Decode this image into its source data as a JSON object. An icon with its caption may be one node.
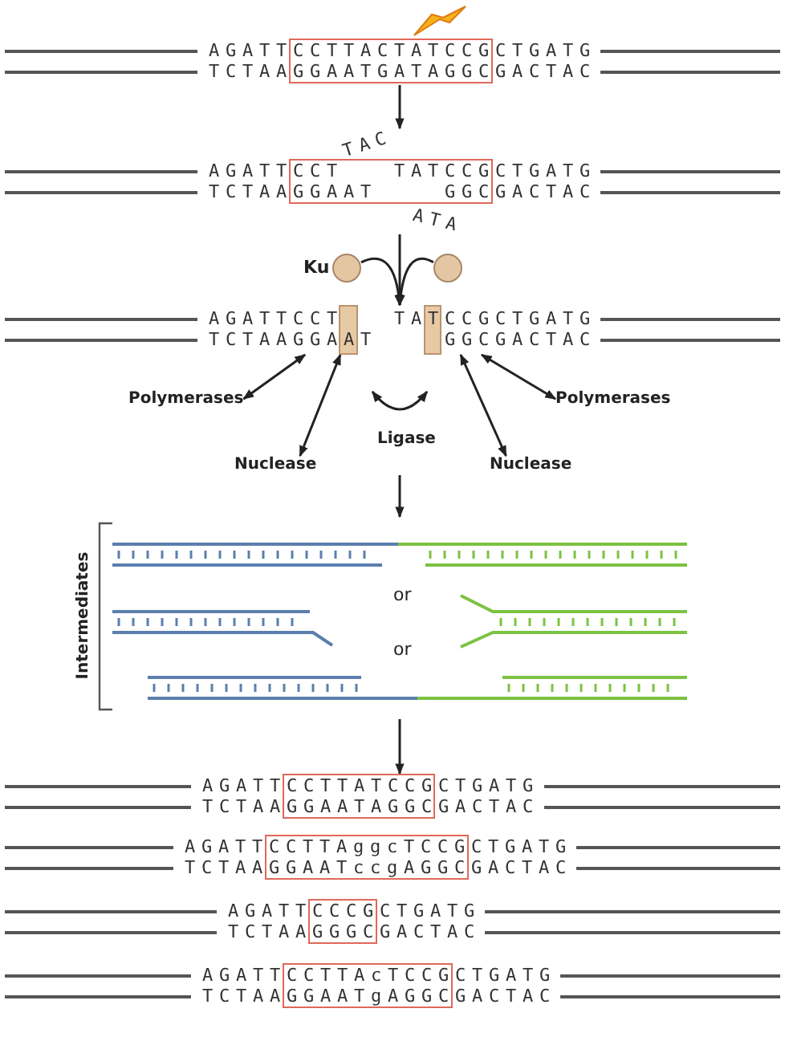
{
  "diagram": {
    "nodes": [
      {
        "text": [
          "AGATTCCTTACTATCCGCTGATG",
          "TCTAAGGAATGATAGGCGACTAC"
        ]
      },
      {
        "text": [
          "AGATTCCT",
          "TATCCGCTGATG",
          "TCTAAGGAAT",
          "GGCGACTAC"
        ],
        "beside": [
          "TAC",
          "ATA"
        ]
      },
      {
        "text": [],
        "shape": "circle",
        "beside": [
          "Ku"
        ]
      },
      {
        "text": [],
        "shape": "circle"
      },
      {
        "text": [
          "AGATTCCT",
          "TATCCGCTGATG",
          "TCTAAGGAAT",
          "GGCGACTAC"
        ]
      },
      {
        "text": [
          "Polymerases"
        ]
      },
      {
        "text": [
          "Polymerases"
        ]
      },
      {
        "text": [
          "Nuclease"
        ]
      },
      {
        "text": [
          "Nuclease"
        ]
      },
      {
        "text": [
          "Intermediates",
          "or",
          "or"
        ]
      },
      {
        "text": [
          "AGATTCCTTATCCGCTGATG",
          "TCTAAGGAATAGGCGACTAC"
        ]
      },
      {
        "text": [
          "AGATTCCTTAggcTCCGCTGATG",
          "TCTAAGGAATccgAGGCGACTAC"
        ]
      },
      {
        "text": [
          "AGATTCCCGCTGATG",
          "TCTAAGGGCGACTAC"
        ]
      },
      {
        "text": [
          "AGATTCCTTAcTCCGCTGATG",
          "TCTAAGGAATgAGGCGACTAC"
        ]
      }
    ],
    "edges": [
      {
        "from": 0,
        "to": 1,
        "arrow": "to"
      },
      {
        "from": 1,
        "to": 4,
        "arrow": "to"
      },
      {
        "from": 2,
        "to": 4,
        "arrow": "to"
      },
      {
        "from": 3,
        "to": 4,
        "arrow": "to"
      },
      {
        "from": 5,
        "to": 4,
        "arrow": "both"
      },
      {
        "from": 6,
        "to": 4,
        "arrow": "both"
      },
      {
        "from": 7,
        "to": 4,
        "arrow": "both"
      },
      {
        "from": 8,
        "to": 4,
        "arrow": "both"
      },
      {
        "from": null,
        "to": 9,
        "arrow": "to"
      },
      {
        "from": 9,
        "to": 10,
        "arrow": "to"
      }
    ],
    "labels": [
      "Ligase"
    ]
  }
}
